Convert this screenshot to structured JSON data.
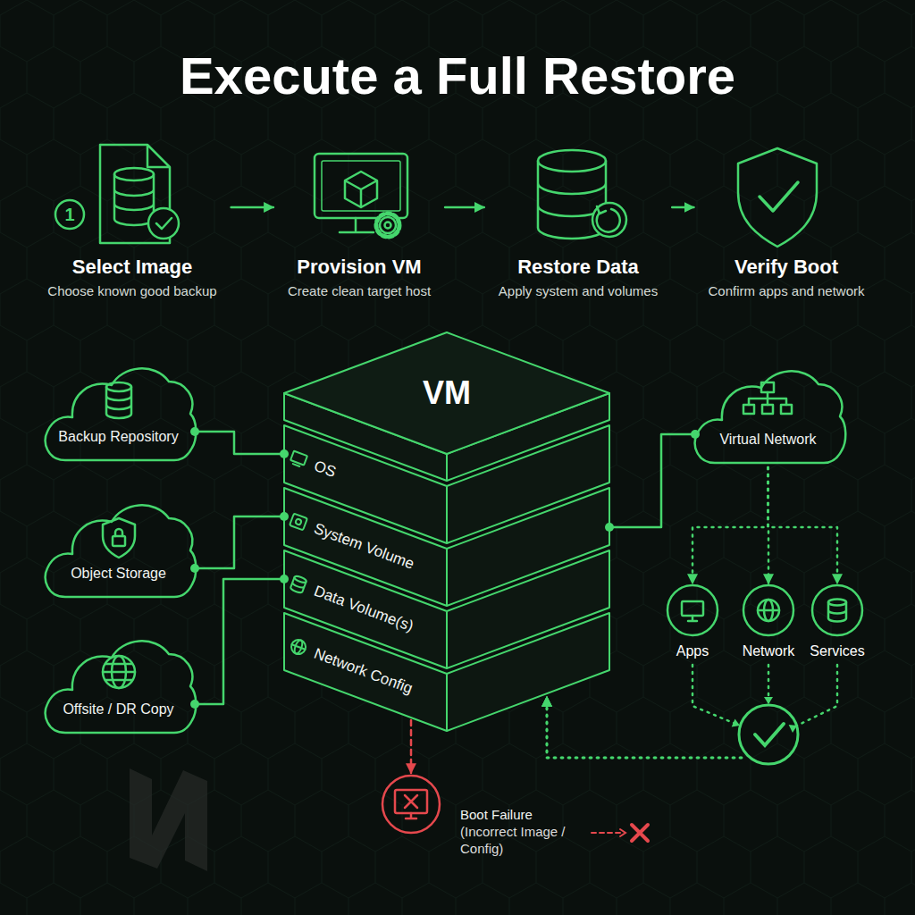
{
  "diagram": {
    "title": "Execute a Full Restore",
    "nodes": [
      {
        "text": [
          "Select Image",
          "Choose known good backup"
        ]
      },
      {
        "text": [
          "Provision VM",
          "Create clean target host"
        ]
      },
      {
        "text": [
          "Restore Data",
          "Apply system and volumes"
        ]
      },
      {
        "text": [
          "Verify Boot",
          "Confirm apps and network"
        ]
      },
      {
        "text": [
          "Backup Repository"
        ]
      },
      {
        "text": [
          "Object Storage"
        ]
      },
      {
        "text": [
          "Offsite / DR Copy"
        ]
      },
      {
        "text": [
          "VM"
        ]
      },
      {
        "text": [
          "OS"
        ],
        "in": 7
      },
      {
        "text": [
          "System Volume"
        ],
        "in": 7
      },
      {
        "text": [
          "Data Volume(s)"
        ],
        "in": 7
      },
      {
        "text": [
          "Network Config"
        ],
        "in": 7
      },
      {
        "text": [
          "Virtual Network"
        ]
      },
      {
        "text": [
          "Apps"
        ]
      },
      {
        "text": [
          "Network"
        ]
      },
      {
        "text": [
          "Services"
        ]
      },
      {
        "text": [
          "Boot Failure",
          "(Incorrect Image / Config)"
        ]
      }
    ],
    "edges": [
      {
        "from": 0,
        "to": 1,
        "arrow": "to"
      },
      {
        "from": 1,
        "to": 2,
        "arrow": "to"
      },
      {
        "from": 2,
        "to": 3,
        "arrow": "to"
      },
      {
        "from": 4,
        "to": 8,
        "arrow": "none"
      },
      {
        "from": 5,
        "to": 9,
        "arrow": "none"
      },
      {
        "from": 6,
        "to": 10,
        "arrow": "none"
      },
      {
        "from": 7,
        "to": 12,
        "arrow": "none"
      },
      {
        "from": 12,
        "to": 13,
        "arrow": "to"
      },
      {
        "from": 12,
        "to": 14,
        "arrow": "to"
      },
      {
        "from": 12,
        "to": 15,
        "arrow": "to"
      },
      {
        "from": 13,
        "to": 7,
        "arrow": "to"
      },
      {
        "from": 14,
        "to": 7,
        "arrow": "to"
      },
      {
        "from": 15,
        "to": 7,
        "arrow": "to"
      },
      {
        "from": 11,
        "to": 16,
        "arrow": "to"
      }
    ],
    "labels": [
      "1"
    ]
  }
}
